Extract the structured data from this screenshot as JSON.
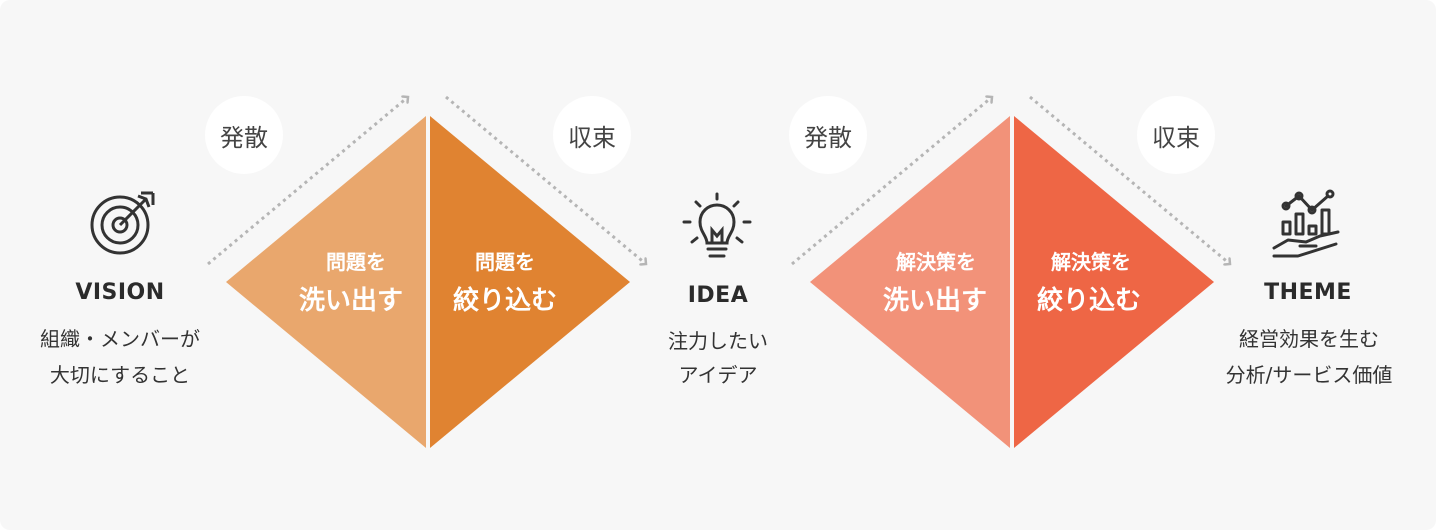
{
  "circles": {
    "diverge_1": "発散",
    "converge_1": "収束",
    "diverge_2": "発散",
    "converge_2": "収束"
  },
  "nodes": {
    "vision": {
      "title": "VISION",
      "desc_line1": "組織・メンバーが",
      "desc_line2": "大切にすること",
      "icon": "target-icon"
    },
    "idea": {
      "title": "IDEA",
      "desc_line1": "注力したい",
      "desc_line2": "アイデア",
      "icon": "lightbulb-icon"
    },
    "theme": {
      "title": "THEME",
      "desc_line1": "経営効果を生む",
      "desc_line2": "分析/サービス価値",
      "icon": "chart-hand-icon"
    }
  },
  "triangles": {
    "t1": {
      "small": "問題を",
      "big": "洗い出す",
      "color": "#e9a76d"
    },
    "t2": {
      "small": "問題を",
      "big": "絞り込む",
      "color": "#e08331"
    },
    "t3": {
      "small": "解決策を",
      "big": "洗い出す",
      "color": "#f29279"
    },
    "t4": {
      "small": "解決策を",
      "big": "絞り込む",
      "color": "#ee6645"
    }
  },
  "colors": {
    "background": "#f7f7f7",
    "arrow": "#b5b5b5",
    "icon": "#333333"
  }
}
